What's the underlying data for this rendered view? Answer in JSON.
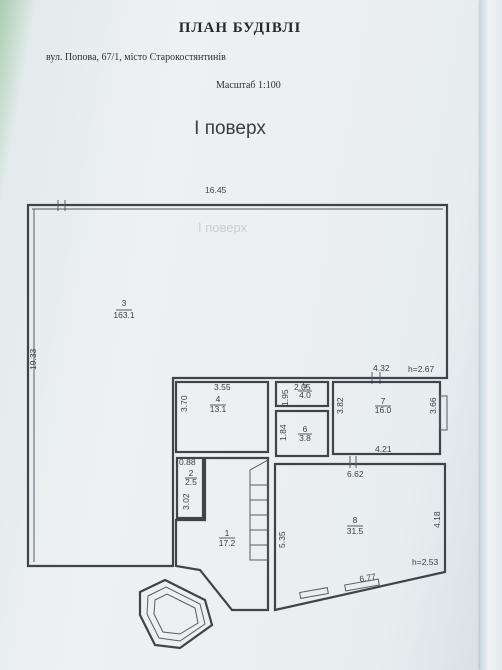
{
  "document": {
    "title": "ПЛАН БУДІВЛІ",
    "address": "вул. Попова, 67/1, місто Старокостянтинів",
    "scale": "Масштаб 1:100",
    "floor_label": "І поверх",
    "watermark": "І поверх"
  },
  "rooms": [
    {
      "id": "room-3",
      "number": "3",
      "area": "163.1"
    },
    {
      "id": "room-4",
      "number": "4",
      "area": "13.1"
    },
    {
      "id": "room-5",
      "number": "5",
      "area": "4.0"
    },
    {
      "id": "room-6",
      "number": "6",
      "area": "3.8"
    },
    {
      "id": "room-7",
      "number": "7",
      "area": "16.0"
    },
    {
      "id": "room-2",
      "number": "2",
      "area": "2.5"
    },
    {
      "id": "room-1",
      "number": "1",
      "area": "17.2"
    },
    {
      "id": "room-8",
      "number": "8",
      "area": "31.5"
    }
  ],
  "dimensions": {
    "total_width": "16.45",
    "left_height": "19.33",
    "ceiling_upper": "h=2.67",
    "room4_width": "3.55",
    "room4_height": "3.70",
    "room5_width": "2.05",
    "room5_height": "1.95",
    "room6_height": "1.84",
    "room7_top": "4.32",
    "room7_left": "3.82",
    "room7_right": "3.66",
    "room7_bottom": "4.21",
    "room8_top": "6.62",
    "room8_right": "4.18",
    "room8_left": "5.35",
    "room8_bottom": "6.77",
    "ceiling_lower": "h=2.53",
    "room2_width": "0.88",
    "room2_height": "3.02"
  }
}
